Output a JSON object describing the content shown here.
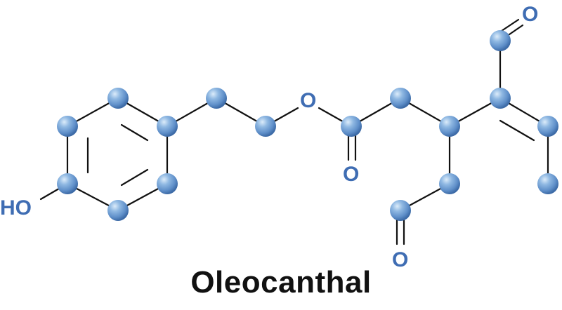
{
  "title": "Oleocanthal",
  "labels": {
    "hydroxyl": "HO",
    "ester_oxygen": "O",
    "carbonyl_oxygen": "O",
    "aldehyde_oxygen_top": "O",
    "aldehyde_oxygen_bottom": "O"
  },
  "colors": {
    "atom": "#6f9fd3",
    "atom_highlight": "#cfe3f7",
    "atom_shadow": "#3f6fa8",
    "label": "#3f6db3",
    "bond": "#111111",
    "title": "#111111"
  }
}
